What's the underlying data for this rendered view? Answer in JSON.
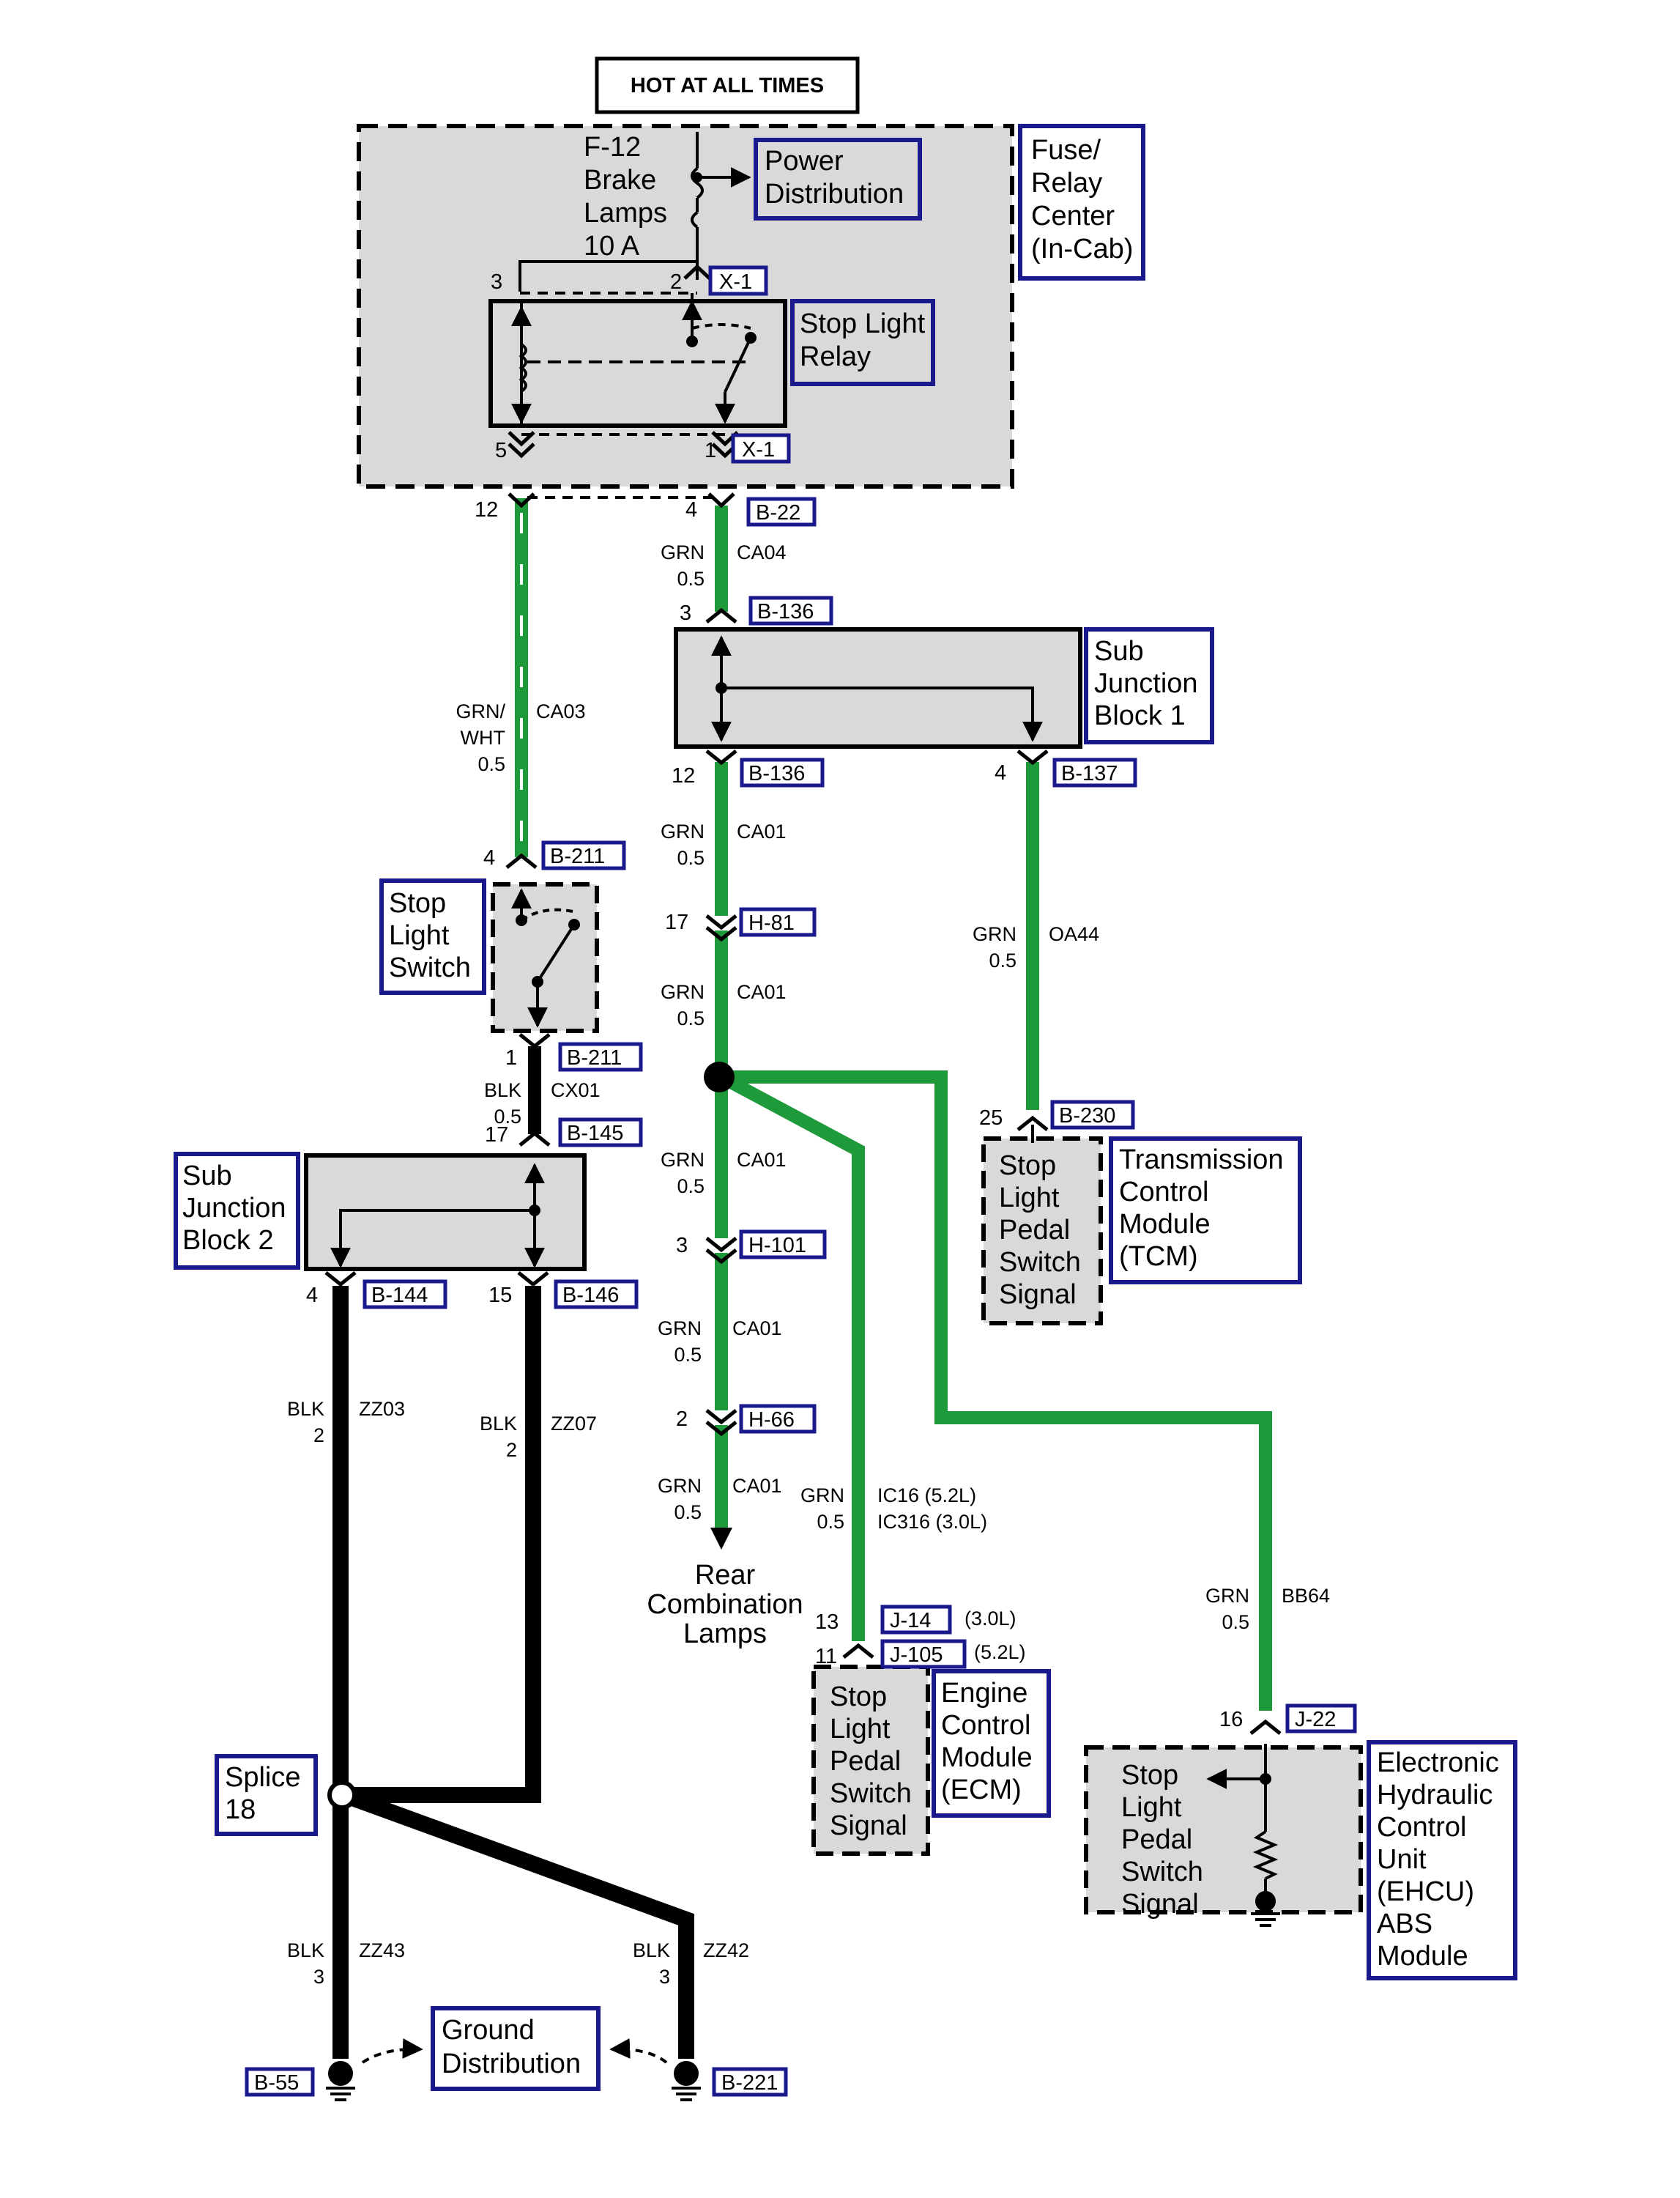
{
  "header": {
    "power_label": "HOT AT ALL TIMES"
  },
  "colors": {
    "grn": "#1f9a3a",
    "blk": "#000000",
    "connector_border": "#1a1a8c",
    "box_fill": "#d9d9d9"
  },
  "fuse": {
    "lines": [
      "F-12",
      "Brake",
      "Lamps",
      "10 A"
    ]
  },
  "components": {
    "power_distribution": [
      "Power",
      "Distribution"
    ],
    "fuse_relay_center": [
      "Fuse/",
      "Relay",
      "Center",
      "(In-Cab)"
    ],
    "stop_light_relay": [
      "Stop Light",
      "Relay"
    ],
    "sub_junction_block_1": [
      "Sub",
      "Junction",
      "Block 1"
    ],
    "stop_light_switch": [
      "Stop",
      "Light",
      "Switch"
    ],
    "sub_junction_block_2": [
      "Sub",
      "Junction",
      "Block 2"
    ],
    "tcm": [
      "Transmission",
      "Control",
      "Module",
      "(TCM)"
    ],
    "tcm_signal": [
      "Stop",
      "Light",
      "Pedal",
      "Switch",
      "Signal"
    ],
    "rear_lamps": [
      "Rear",
      "Combination",
      "Lamps"
    ],
    "ecm": [
      "Engine",
      "Control",
      "Module",
      "(ECM)"
    ],
    "ecm_signal": [
      "Stop",
      "Light",
      "Pedal",
      "Switch",
      "Signal"
    ],
    "ehcu": [
      "Electronic",
      "Hydraulic",
      "Control",
      "Unit",
      "(EHCU)",
      "ABS",
      "Module"
    ],
    "ehcu_signal": [
      "Stop",
      "Light",
      "Pedal",
      "Switch",
      "Signal"
    ],
    "splice": [
      "Splice",
      "18"
    ],
    "ground_distribution": [
      "Ground",
      "Distribution"
    ]
  },
  "connectors": {
    "x1_top": "X-1",
    "x1_bot": "X-1",
    "b22": "B-22",
    "b136_in": "B-136",
    "b136_out": "B-136",
    "b137": "B-137",
    "b211_top": "B-211",
    "b211_bot": "B-211",
    "h81": "H-81",
    "b145": "B-145",
    "b230": "B-230",
    "h101": "H-101",
    "b144": "B-144",
    "b146": "B-146",
    "h66": "H-66",
    "j14": "J-14",
    "j105": "J-105",
    "j22": "J-22",
    "b55": "B-55",
    "b221": "B-221"
  },
  "pins": {
    "relay_3": "3",
    "relay_2": "2",
    "relay_5": "5",
    "relay_1": "1",
    "b22_12": "12",
    "b22_4": "4",
    "b136_3": "3",
    "b136_12": "12",
    "b137_4": "4",
    "b211_4": "4",
    "b211_1": "1",
    "h81_17": "17",
    "b145_17": "17",
    "b230_25": "25",
    "h101_3": "3",
    "b144_4": "4",
    "b146_15": "15",
    "h66_2": "2",
    "j14_13": "13",
    "j105_11": "11",
    "j22_16": "16"
  },
  "wires": {
    "ca04": {
      "color": "GRN",
      "size": "0.5",
      "circuit": "CA04"
    },
    "ca03": {
      "color": "GRN/",
      "color2": "WHT",
      "size": "0.5",
      "circuit": "CA03"
    },
    "ca01_a": {
      "color": "GRN",
      "size": "0.5",
      "circuit": "CA01"
    },
    "ca01_b": {
      "color": "GRN",
      "size": "0.5",
      "circuit": "CA01"
    },
    "ca01_c": {
      "color": "GRN",
      "size": "0.5",
      "circuit": "CA01"
    },
    "ca01_d": {
      "color": "GRN",
      "size": "0.5",
      "circuit": "CA01"
    },
    "ca01_e": {
      "color": "GRN",
      "size": "0.5",
      "circuit": "CA01"
    },
    "oa44": {
      "color": "GRN",
      "size": "0.5",
      "circuit": "OA44"
    },
    "cx01": {
      "color": "BLK",
      "size": "0.5",
      "circuit": "CX01"
    },
    "ic16": {
      "color": "GRN",
      "size": "0.5",
      "circuit": "IC16 (5.2L)",
      "circuit2": "IC316 (3.0L)"
    },
    "bb64": {
      "color": "GRN",
      "size": "0.5",
      "circuit": "BB64"
    },
    "zz03": {
      "color": "BLK",
      "size": "2",
      "circuit": "ZZ03"
    },
    "zz07": {
      "color": "BLK",
      "size": "2",
      "circuit": "ZZ07"
    },
    "zz43": {
      "color": "BLK",
      "size": "3",
      "circuit": "ZZ43"
    },
    "zz42": {
      "color": "BLK",
      "size": "3",
      "circuit": "ZZ42"
    }
  },
  "notes": {
    "j14_engine": "(3.0L)",
    "j105_engine": "(5.2L)"
  }
}
